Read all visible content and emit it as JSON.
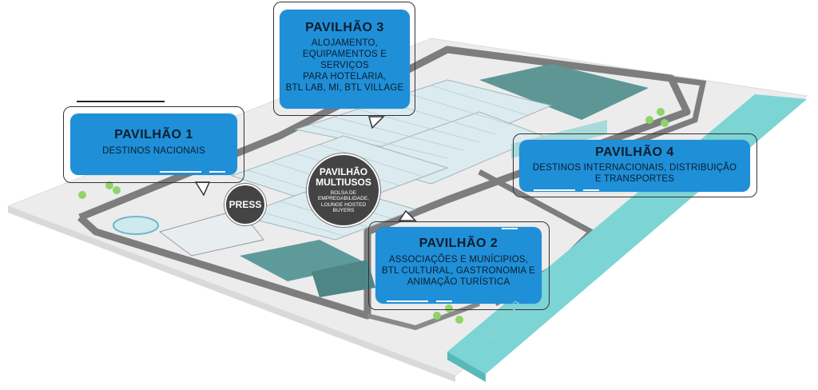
{
  "pavilions": {
    "p1": {
      "title": "PAVILHÃO 1",
      "desc": "DESTINOS NACIONAIS"
    },
    "p2": {
      "title": "PAVILHÃO 2",
      "desc": "ASSOCIAÇÕES E MUNÍCIPIOS,\nBTL CULTURAL, GASTRONOMIA E\nANIMAÇÃO TURÍSTICA"
    },
    "p3": {
      "title": "PAVILHÃO 3",
      "desc": "ALOJAMENTO,\nEQUIPAMENTOS E SERVIÇOS\nPARA HOTELARIA,\nBTL LAB, MI, BTL VILLAGE"
    },
    "p4": {
      "title": "PAVILHÃO 4",
      "desc": "DESTINOS INTERNACIONAIS, DISTRIBUIÇÃO\nE TRANSPORTES"
    }
  },
  "badges": {
    "press": {
      "title": "PRESS"
    },
    "multiusos": {
      "title": "PAVILHÃO\nMULTIUSOS",
      "sub": "BOLSA DE\nEMPREGABILIDADE,\nLOUNGE HOSTED\nBUYERS"
    }
  },
  "river": {
    "label": "Rio Tejo"
  },
  "colors": {
    "card": "#1f8fd8",
    "river": "#6fcfcf",
    "ground": "#eeeeee",
    "road": "#7a7a7a",
    "roof": "#d8ebf1",
    "badge": "#444444"
  }
}
